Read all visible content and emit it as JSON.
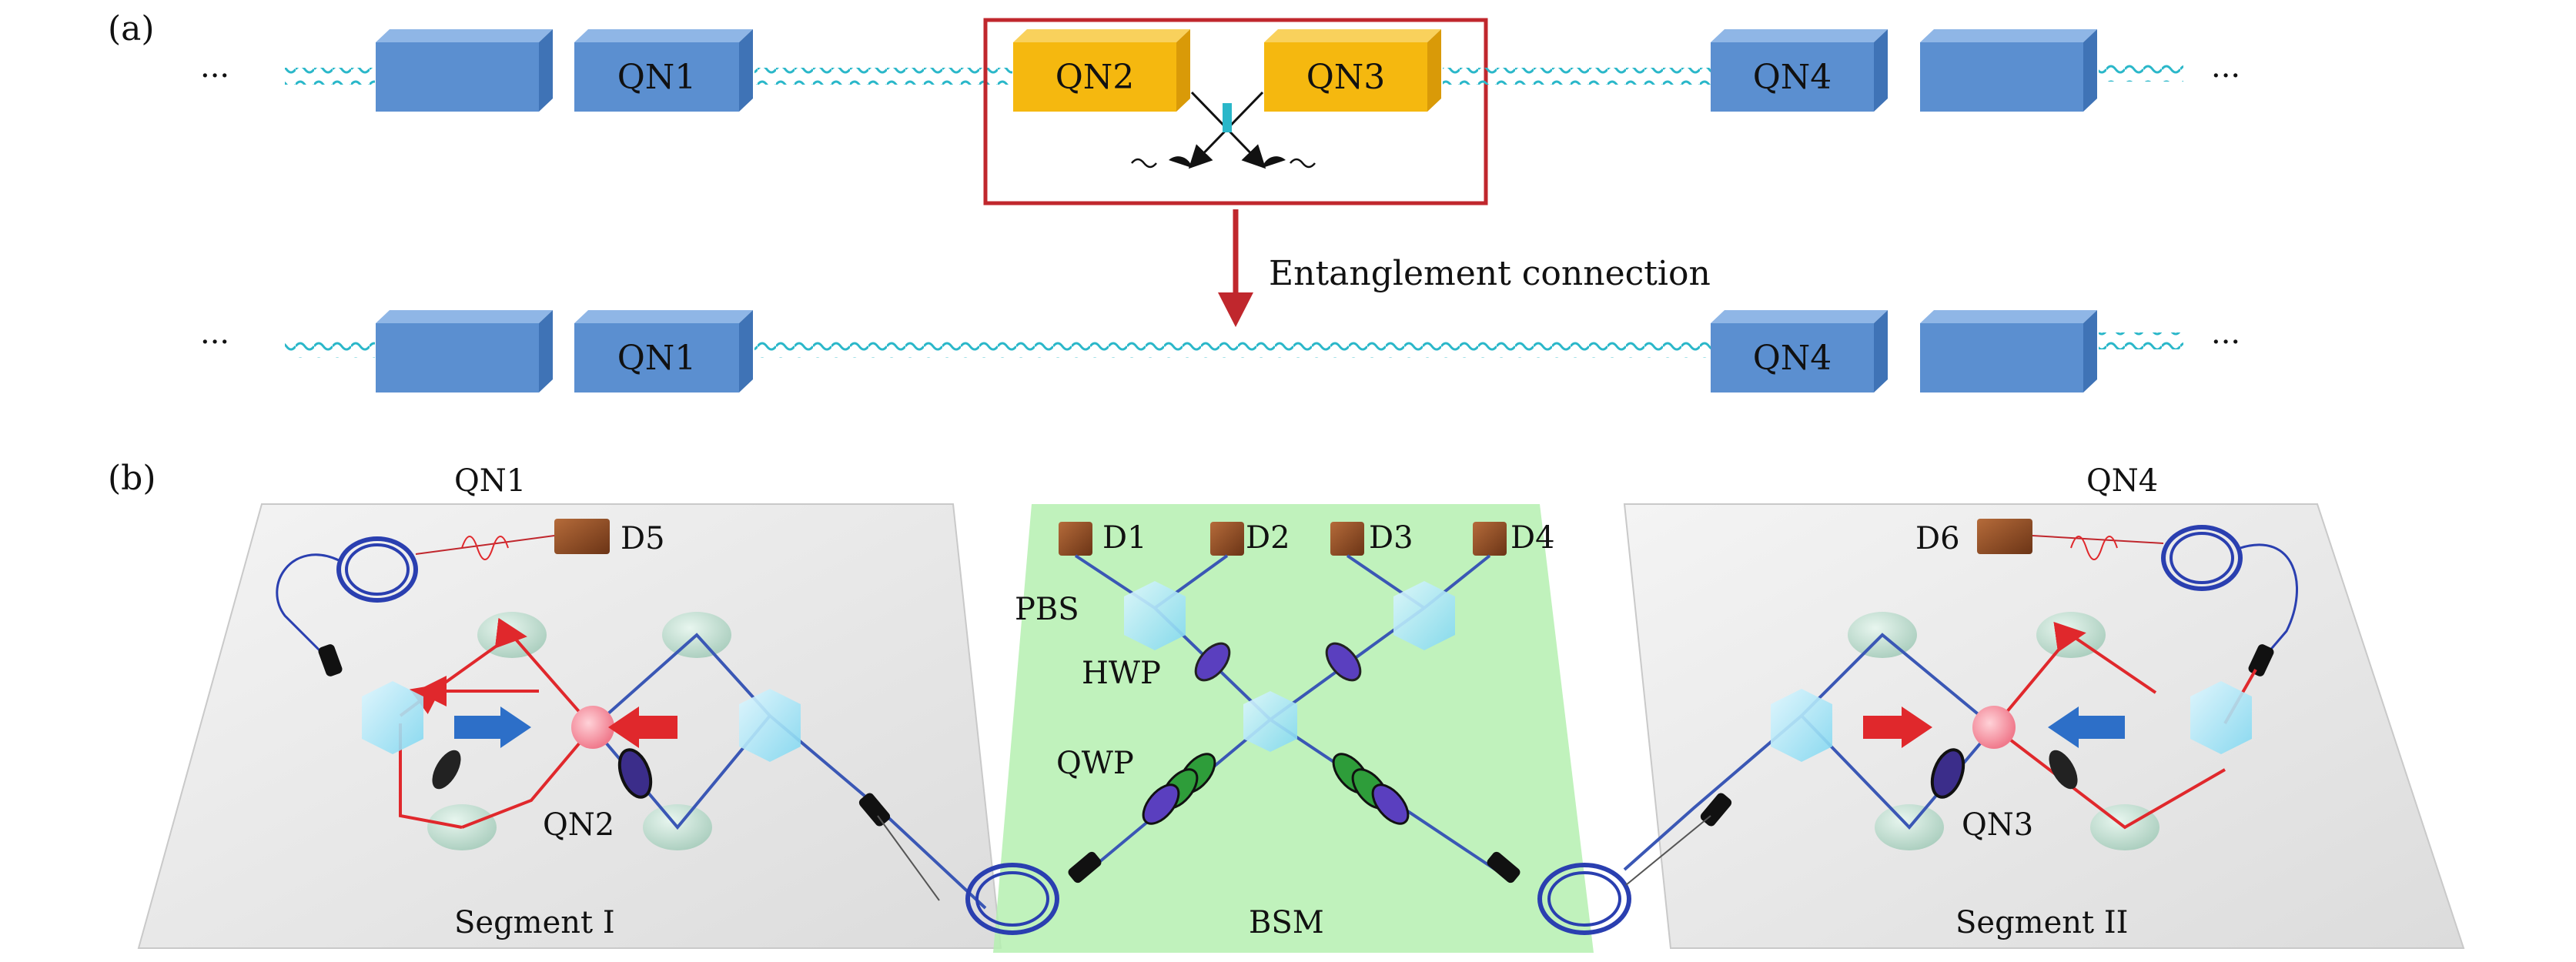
{
  "panel_a": {
    "tag": "(a)",
    "dots": "···",
    "row1": {
      "qn1": "QN1",
      "qn2": "QN2",
      "qn3": "QN3",
      "qn4": "QN4"
    },
    "arrow_label": "Entanglement connection",
    "row2": {
      "qn1": "QN1",
      "qn4": "QN4"
    }
  },
  "panel_b": {
    "tag": "(b)",
    "segment1": {
      "qn_top": "QN1",
      "detector": "D5",
      "qn_mid": "QN2",
      "caption": "Segment I"
    },
    "bsm": {
      "detectors": [
        "D1",
        "D2",
        "D3",
        "D4"
      ],
      "pbs": "PBS",
      "hwp": "HWP",
      "qwp": "QWP",
      "caption": "BSM"
    },
    "segment2": {
      "qn_top": "QN4",
      "detector": "D6",
      "qn_mid": "QN3",
      "caption": "Segment II"
    }
  },
  "colors": {
    "block_blue": "#5b8fd0",
    "block_yellow": "#f5b80f",
    "wave_cyan": "#2ab7c9",
    "frame_red": "#c0272d",
    "bsm_green": "#b5f0b0",
    "beam_red": "#e0282c",
    "beam_blue": "#3a57b5",
    "fiber_blue": "#2a3fb0"
  }
}
